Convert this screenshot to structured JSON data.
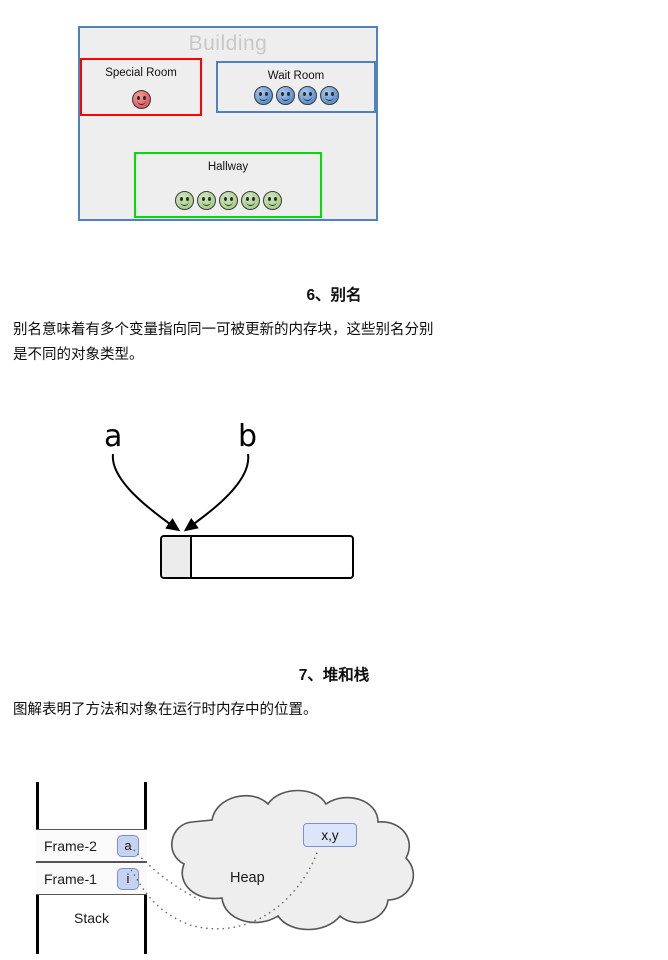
{
  "building_diagram": {
    "title": "Building",
    "rooms": [
      {
        "name": "Special Room",
        "border_color": "#ff0000",
        "face_color": "red",
        "face_count": 1
      },
      {
        "name": "Wait Room",
        "border_color": "#4f81bd",
        "face_color": "blue",
        "face_count": 4
      },
      {
        "name": "Hallway",
        "border_color": "#00dd00",
        "face_color": "green",
        "face_count": 5
      }
    ],
    "outer_border_color": "#4f81bd",
    "fill_color": "#eeeeee",
    "title_color": "#c8c8c8"
  },
  "section6": {
    "heading": "6、别名",
    "body": "别名意味着有多个变量指向同一可被更新的内存块，这些别名分别是不同的对象类型。"
  },
  "alias_diagram": {
    "variables": [
      "a",
      "b"
    ],
    "memory_block": {
      "used_cells": 1,
      "total_cells": 2
    }
  },
  "section7": {
    "heading": "7、堆和栈",
    "body": "图解表明了方法和对象在运行时内存中的位置。"
  },
  "stackheap_diagram": {
    "stack_label": "Stack",
    "frames": [
      {
        "name": "Frame-2",
        "variable": "a"
      },
      {
        "name": "Frame-1",
        "variable": "i"
      }
    ],
    "heap_label": "Heap",
    "heap_object": "x,y"
  }
}
